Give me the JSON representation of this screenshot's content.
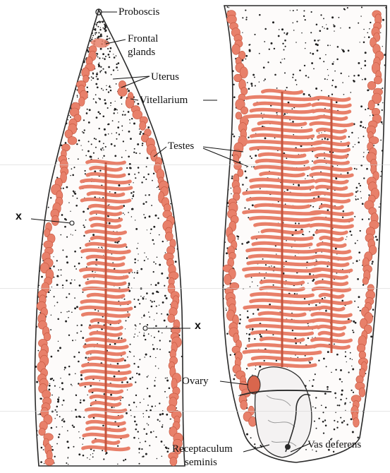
{
  "colors": {
    "tissue": "#e8806a",
    "tissue_dark": "#c4553e",
    "outline": "#2a2a2a",
    "dot": "#1e1e1e",
    "background": "#ffffff"
  },
  "labels": {
    "proboscis": "Proboscis",
    "frontal_line1": "Frontal",
    "frontal_line2": "glands",
    "uterus": "Uterus",
    "vitellarium": "Vitellarium",
    "testes": "Testes",
    "x_upper": "x",
    "x_lower": "x",
    "ovary": "Ovary",
    "receptaculum_line1": "Receptaculum",
    "receptaculum_line2": "seminis",
    "vas_deferens": "Vas deferens"
  }
}
